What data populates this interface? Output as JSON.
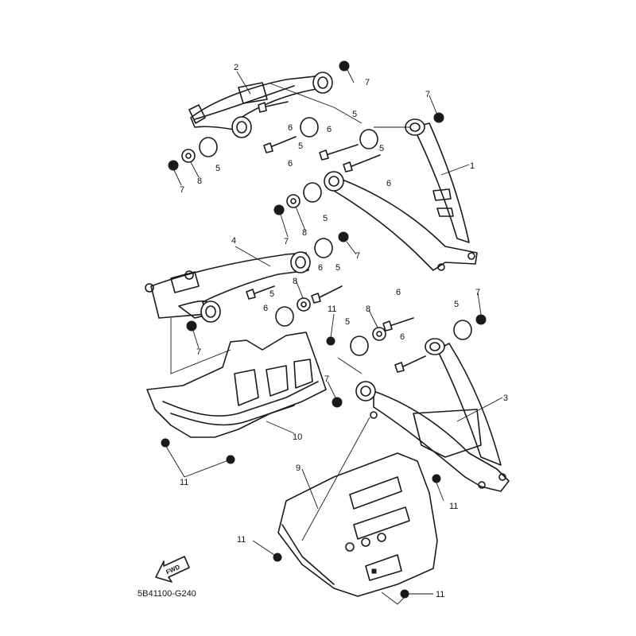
{
  "diagram": {
    "callouts": [
      "1",
      "2",
      "3",
      "4",
      "5",
      "6",
      "7",
      "8",
      "9",
      "10",
      "11"
    ],
    "fwd_label": "FWD",
    "diagram_code": "5B41100-G240"
  }
}
